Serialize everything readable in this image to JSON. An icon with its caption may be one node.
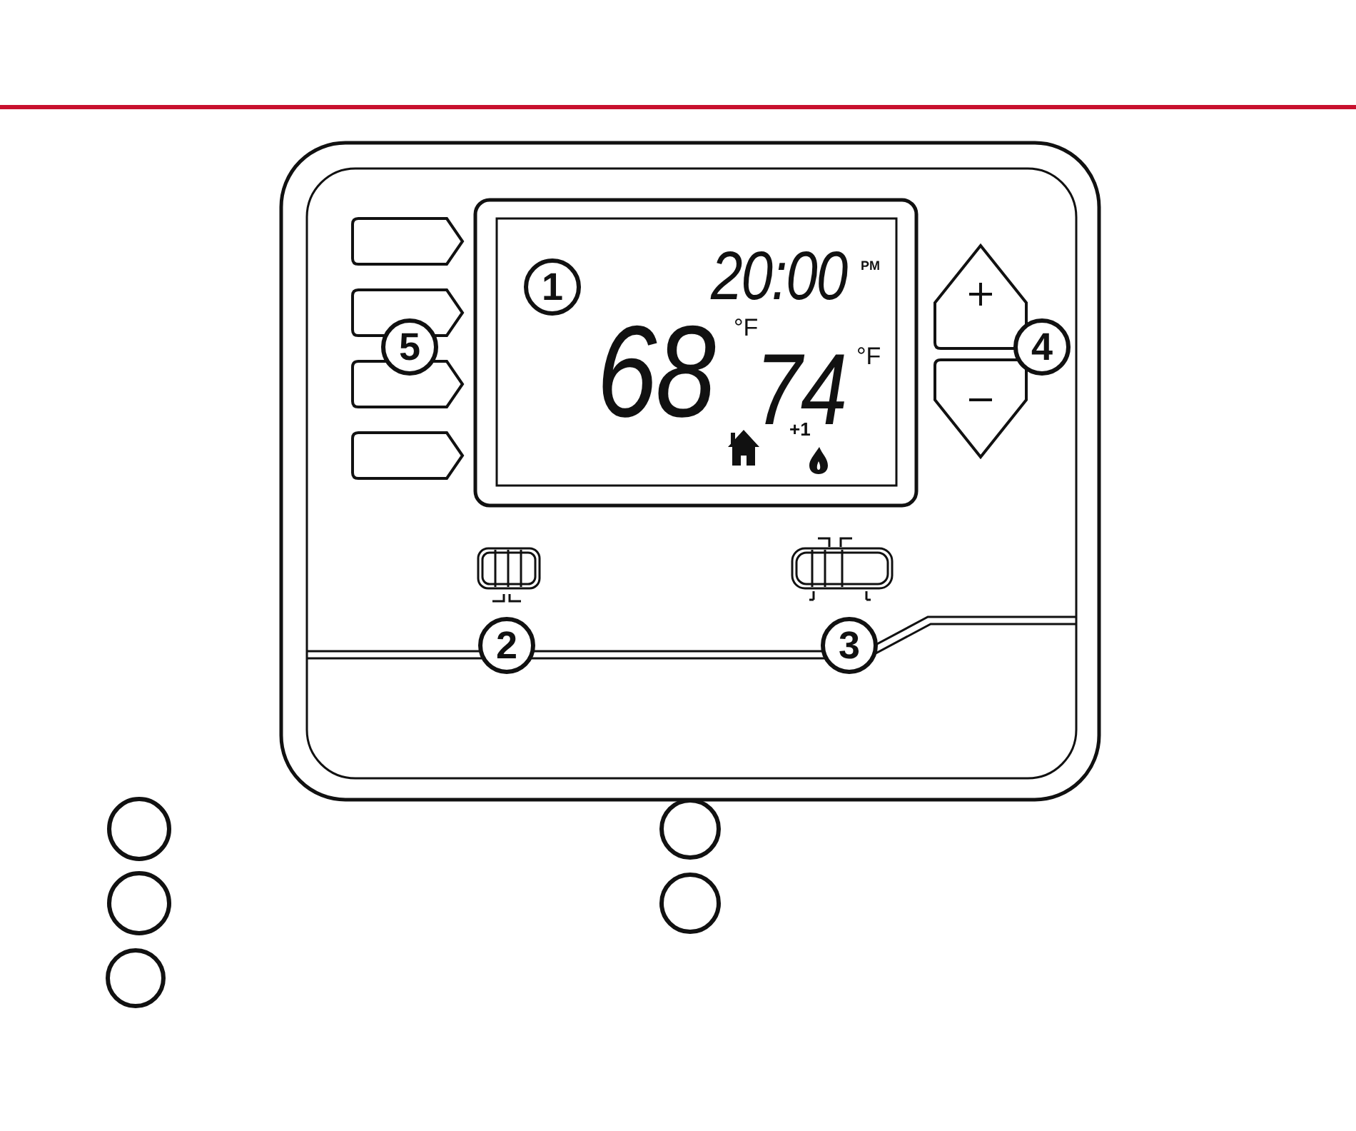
{
  "diagram": {
    "nodes": [
      {
        "text": [],
        "shape": "circle"
      },
      {
        "text": [],
        "shape": "circle"
      },
      {
        "text": [],
        "shape": "circle"
      },
      {
        "text": [],
        "shape": "circle"
      },
      {
        "text": [],
        "shape": "circle"
      }
    ],
    "edges": [],
    "labels": [
      "20:00",
      "PM",
      "1",
      "5",
      "4",
      "68",
      "°F",
      "74",
      "°F",
      "+1",
      "2",
      "3"
    ]
  }
}
